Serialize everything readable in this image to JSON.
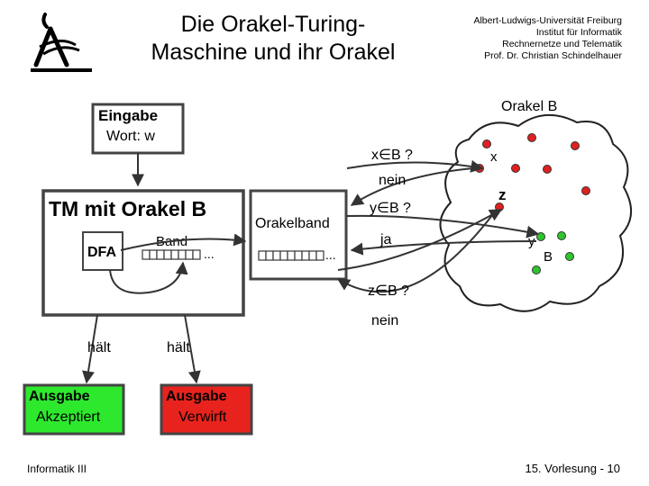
{
  "header": {
    "title_line1": "Die Orakel-Turing-",
    "title_line2": "Maschine und ihr Orakel",
    "institution": [
      "Albert-Ludwigs-Universität Freiburg",
      "Institut für Informatik",
      "Rechnernetze und Telematik",
      "Prof. Dr. Christian Schindelhauer"
    ]
  },
  "diagram": {
    "eingabe_title": "Eingabe",
    "eingabe_value": "Wort: w",
    "tm_title": "TM mit Orakel B",
    "dfa": "DFA",
    "band": "Band",
    "orakelband": "Orakelband",
    "ellipsis": "...",
    "q1": "x∈B ?",
    "a1": "nein",
    "q2": "y∈B ?",
    "a2": "ja",
    "q3": "z∈B ?",
    "a3": "nein",
    "haelt_left": "hält",
    "haelt_right": "hält",
    "ausgabe_accept_title": "Ausgabe",
    "ausgabe_accept_value": "Akzeptiert",
    "ausgabe_reject_title": "Ausgabe",
    "ausgabe_reject_value": "Verwirft",
    "orakel_title": "Orakel B",
    "x": "x",
    "z": "z",
    "y": "y",
    "b": "B"
  },
  "colors": {
    "accept_bg": "#2ee82e",
    "reject_bg": "#e8231e",
    "red_dot": "#e02020",
    "green_dot": "#2ec52e"
  },
  "footer": {
    "left": "Informatik III",
    "right": "15. Vorlesung - 10"
  }
}
